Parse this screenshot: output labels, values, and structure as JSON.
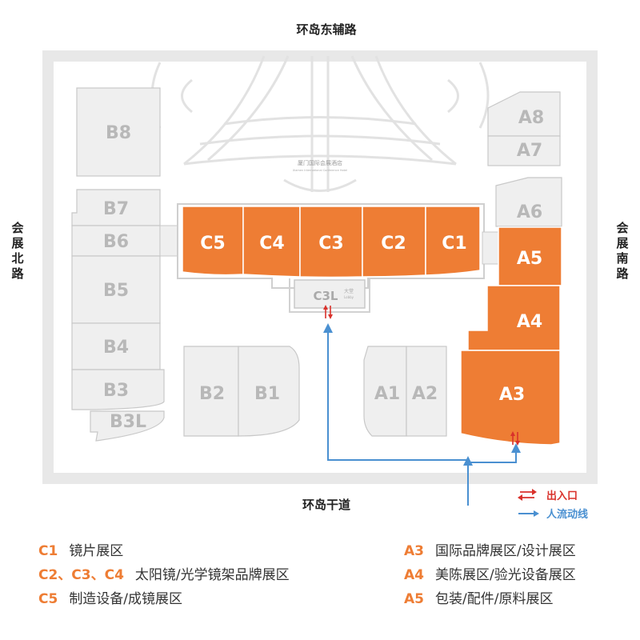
{
  "roads": {
    "north": "环岛东辅路",
    "south": "环岛干道",
    "west": [
      "会",
      "展",
      "北",
      "路"
    ],
    "east": [
      "会",
      "展",
      "南",
      "路"
    ]
  },
  "buildings": {
    "hotel_sign": "厦门国际会展酒店",
    "hotel_sign_en": "Xiamen International Conference Hotel"
  },
  "halls": {
    "c5": "C5",
    "c4": "C4",
    "c3": "C3",
    "c2": "C2",
    "c1": "C1",
    "c3l": "C3L",
    "c3l_note": "大堂",
    "c3l_note_en": "Lobby",
    "a3": "A3",
    "a4": "A4",
    "a5": "A5",
    "a6": "A6",
    "a7": "A7",
    "a8": "A8",
    "a1": "A1",
    "a2": "A2",
    "b1": "B1",
    "b2": "B2",
    "b3": "B3",
    "b3l": "B3L",
    "b4": "B4",
    "b5": "B5",
    "b6": "B6",
    "b7": "B7",
    "b8": "B8"
  },
  "map_legend": {
    "entrance_label": "出入口",
    "flow_label": "人流动线"
  },
  "zones": [
    {
      "code": "C1",
      "desc": "镜片展区"
    },
    {
      "code": "C2、C3、C4",
      "desc": "太阳镜/光学镜架品牌展区"
    },
    {
      "code": "C5",
      "desc": "制造设备/成镜展区"
    },
    {
      "code": "A3",
      "desc": "国际品牌展区/设计展区"
    },
    {
      "code": "A4",
      "desc": "美陈展区/验光设备展区"
    },
    {
      "code": "A5",
      "desc": "包装/配件/原料展区"
    }
  ],
  "colors": {
    "highlight": "#ee7d34",
    "hall_gray": "#efefef",
    "hall_text_gray": "#b8b8b8",
    "road": "#e6e6e6",
    "entrance_red": "#d9312b",
    "flow_blue": "#4a90d1"
  }
}
